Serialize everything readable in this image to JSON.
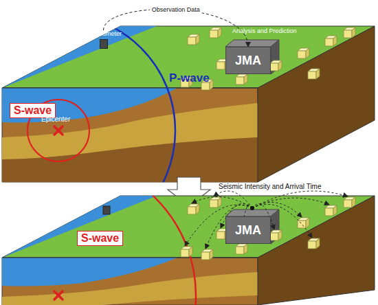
{
  "diagram": {
    "nodes": [
      {
        "text": [
          "Seismometer"
        ]
      },
      {
        "text": [
          "JMA"
        ]
      },
      {
        "text": [
          "S-wave"
        ]
      },
      {
        "text": [
          "JMA"
        ]
      },
      {
        "text": [
          "S-wave"
        ]
      }
    ],
    "edges": [
      {
        "from": 0,
        "to": 1,
        "arrow": "to",
        "label": "Observation Data"
      }
    ],
    "labels": [
      "Analysis and Prediction",
      "P-wave",
      "Epicenter",
      "Seismic Intensity and Arrival Time"
    ]
  }
}
